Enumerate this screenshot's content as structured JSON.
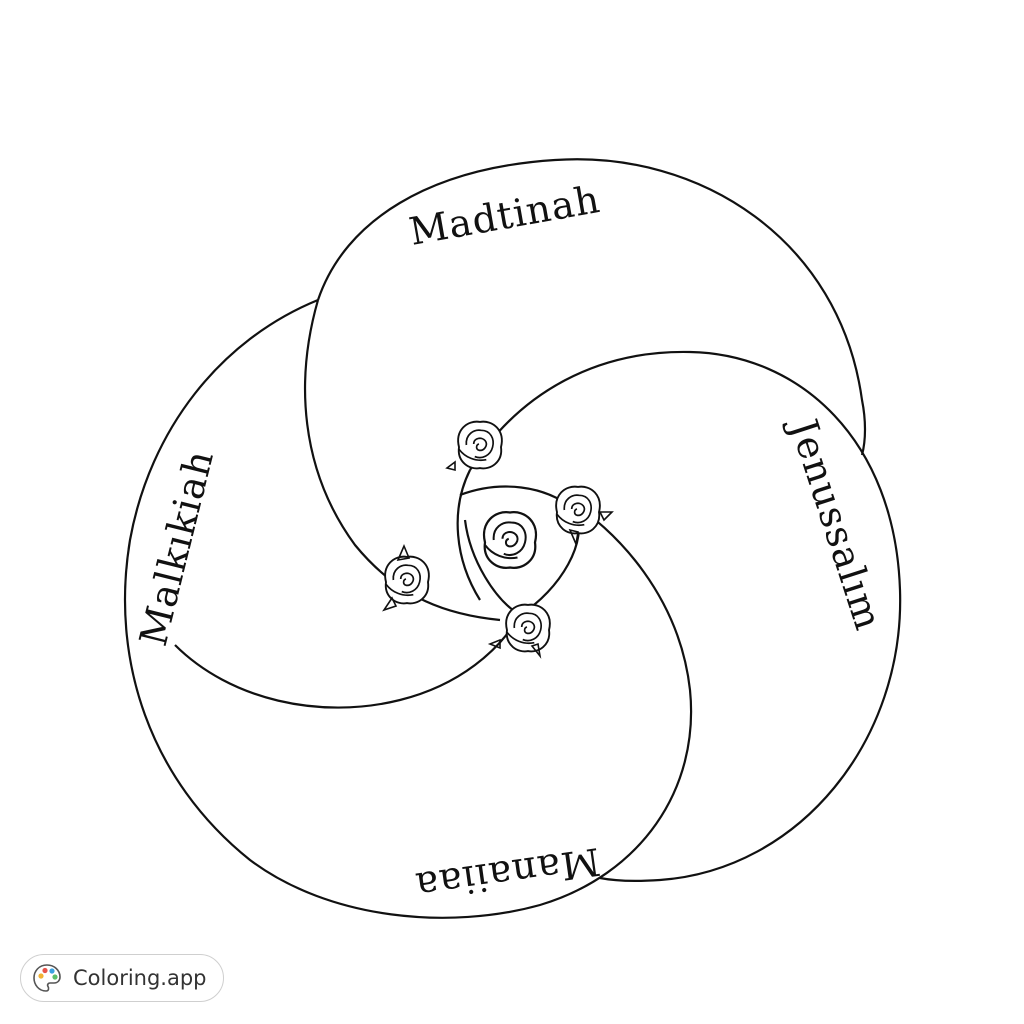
{
  "labels": {
    "top": "Madtinah",
    "left": "Malkıkiah",
    "right": "Jenussalım",
    "bottom": "Manaiiaa"
  },
  "badge": {
    "text": "Coloring.app",
    "icon": "palette-icon"
  },
  "colors": {
    "ink": "#111111",
    "background": "#ffffff",
    "badge_border": "#cfcfcf",
    "palette_dots": [
      "#f2b233",
      "#e8534a",
      "#3aa1e0",
      "#5cbf6a"
    ]
  }
}
